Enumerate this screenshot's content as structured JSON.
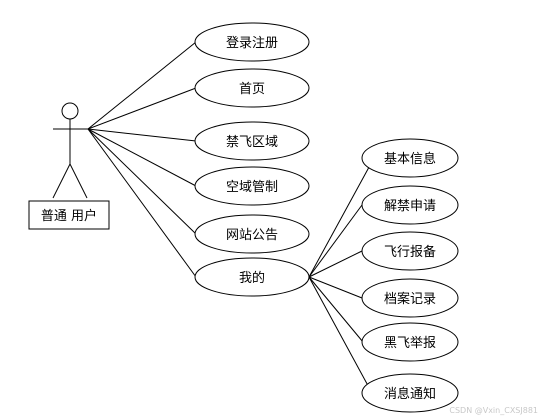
{
  "actor": {
    "name": "普通 用户"
  },
  "use_cases": [
    {
      "label": "登录注册"
    },
    {
      "label": "首页"
    },
    {
      "label": "禁飞区域"
    },
    {
      "label": "空域管制"
    },
    {
      "label": "网站公告"
    },
    {
      "label": "我的"
    }
  ],
  "sub_use_cases": [
    {
      "label": "基本信息"
    },
    {
      "label": "解禁申请"
    },
    {
      "label": "飞行报备"
    },
    {
      "label": "档案记录"
    },
    {
      "label": "黑飞举报"
    },
    {
      "label": "消息通知"
    }
  ],
  "watermark": "CSDN @Vxin_CXSJ881"
}
